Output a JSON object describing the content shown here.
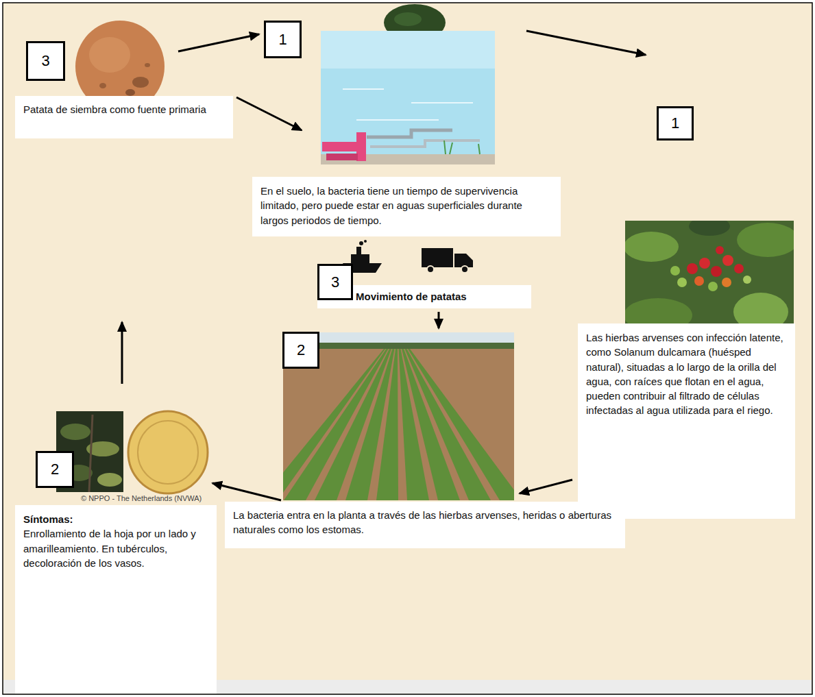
{
  "diagram": {
    "nodes": [
      {
        "text": [
          "Patata de siembra como fuente primaria"
        ]
      },
      {
        "text": [
          "En el suelo, la bacteria tiene un tiempo de supervivencia limitado, pero puede estar en aguas superficiales durante largos periodos de tiempo."
        ]
      },
      {
        "text": [
          "Las hierbas arvenses con infección latente, como Solanum dulcamara (huésped natural), situadas a lo largo de la orilla del agua, con raíces que flotan en el agua, pueden contribuir al filtrado de células infectadas al agua utilizada para el riego."
        ]
      },
      {
        "text": [
          "Movimiento de patatas"
        ]
      },
      {
        "text": [
          "La bacteria entra en la planta a través de las hierbas arvenses, heridas o aberturas naturales como los estomas."
        ]
      },
      {
        "text": [
          "Síntomas:",
          "Enrollamiento de la hoja por un lado y amarilleamiento. En tubérculos, decoloración de los vasos."
        ]
      }
    ],
    "edges": [
      {
        "from": 0,
        "to": 1,
        "arrow": "to"
      },
      {
        "from": 1,
        "to": 2,
        "arrow": "to"
      },
      {
        "from": 0,
        "to": 3,
        "arrow": "to"
      },
      {
        "from": 3,
        "to": 4,
        "arrow": "to"
      },
      {
        "from": 2,
        "to": 4,
        "arrow": "to"
      },
      {
        "from": 4,
        "to": 5,
        "arrow": "to"
      },
      {
        "from": 5,
        "to": 0,
        "arrow": "to"
      }
    ],
    "labels": [
      "1",
      "3",
      "1",
      "3",
      "2",
      "2",
      "© NPPO - The Netherlands (NVWA)"
    ]
  }
}
